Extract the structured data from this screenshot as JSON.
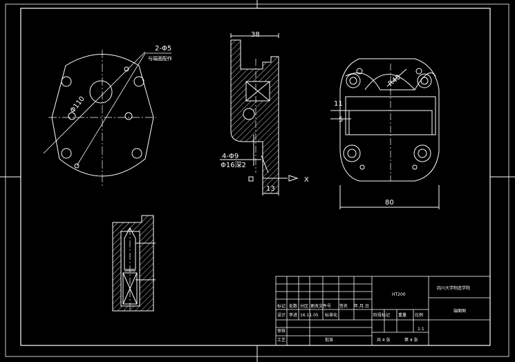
{
  "drawing": {
    "annotations": {
      "hole_callout": "2-Φ5",
      "hole_note": "与端面配作",
      "diameter_left": "Φ110",
      "width_top": "38",
      "holes_callout": "4-Φ9",
      "counterbore": "Φ16深2",
      "section_label": "X",
      "width_bottom": "13",
      "radius_right": "R40",
      "dim_11": "11",
      "dim_5": "5",
      "width_right": "80"
    },
    "title_block": {
      "material": "HT200",
      "school": "四川大学制造学院",
      "part_name": "端面图",
      "scale": "1:1",
      "row_mark": "标记",
      "row_count": "处数",
      "row_zone": "分区",
      "row_docno": "更改文件号",
      "row_sign": "签名",
      "row_date": "年.月.日",
      "design_label": "设计",
      "designer": "李进",
      "design_date": "16.11.05",
      "standardize": "标准化",
      "stage_mark": "阶段标记",
      "weight": "重量",
      "ratio": "比例",
      "review": "审核",
      "process": "工艺",
      "approve": "批准",
      "sheets": "共 4 张",
      "sheet_no": "第 4 张"
    }
  }
}
